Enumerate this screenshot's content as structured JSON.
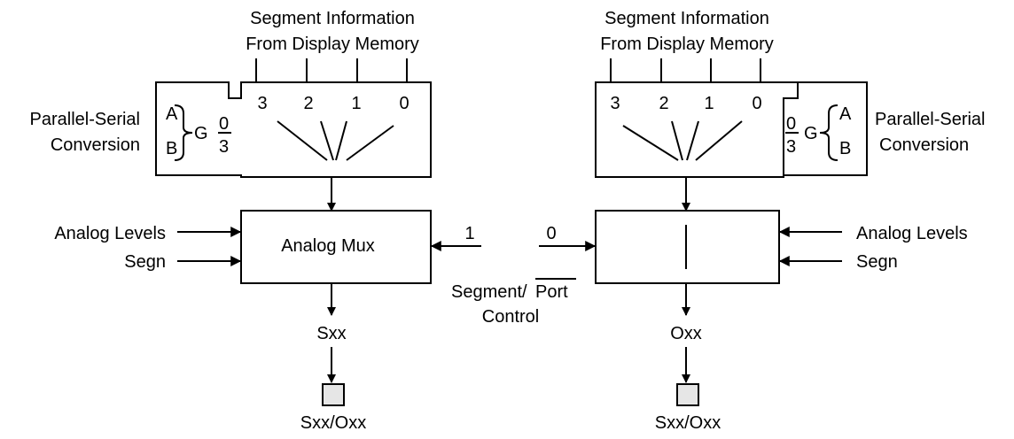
{
  "left": {
    "header_line1": "Segment Information",
    "header_line2": "From Display Memory",
    "bits": [
      "3",
      "2",
      "1",
      "0"
    ],
    "conversion_line1": "Parallel-Serial",
    "conversion_line2": "Conversion",
    "ctrl_a": "A",
    "ctrl_b": "B",
    "ctrl_g": "G",
    "ctrl_top": "0",
    "ctrl_bottom": "3",
    "mux_label": "Analog Mux",
    "input_analog": "Analog Levels",
    "input_segn": "Segn",
    "port_input": "1",
    "output_label": "Sxx",
    "pad_label": "Sxx/Oxx"
  },
  "right": {
    "header_line1": "Segment Information",
    "header_line2": "From Display Memory",
    "bits": [
      "3",
      "2",
      "1",
      "0"
    ],
    "conversion_line1": "Parallel-Serial",
    "conversion_line2": "Conversion",
    "ctrl_a": "A",
    "ctrl_b": "B",
    "ctrl_g": "G",
    "ctrl_top": "0",
    "ctrl_bottom": "3",
    "input_analog": "Analog Levels",
    "input_segn": "Segn",
    "port_input": "0",
    "output_label": "Oxx",
    "pad_label": "Sxx/Oxx"
  },
  "control": {
    "line1_segment": "Segment/",
    "line1_port": "Port",
    "line2": "Control"
  }
}
